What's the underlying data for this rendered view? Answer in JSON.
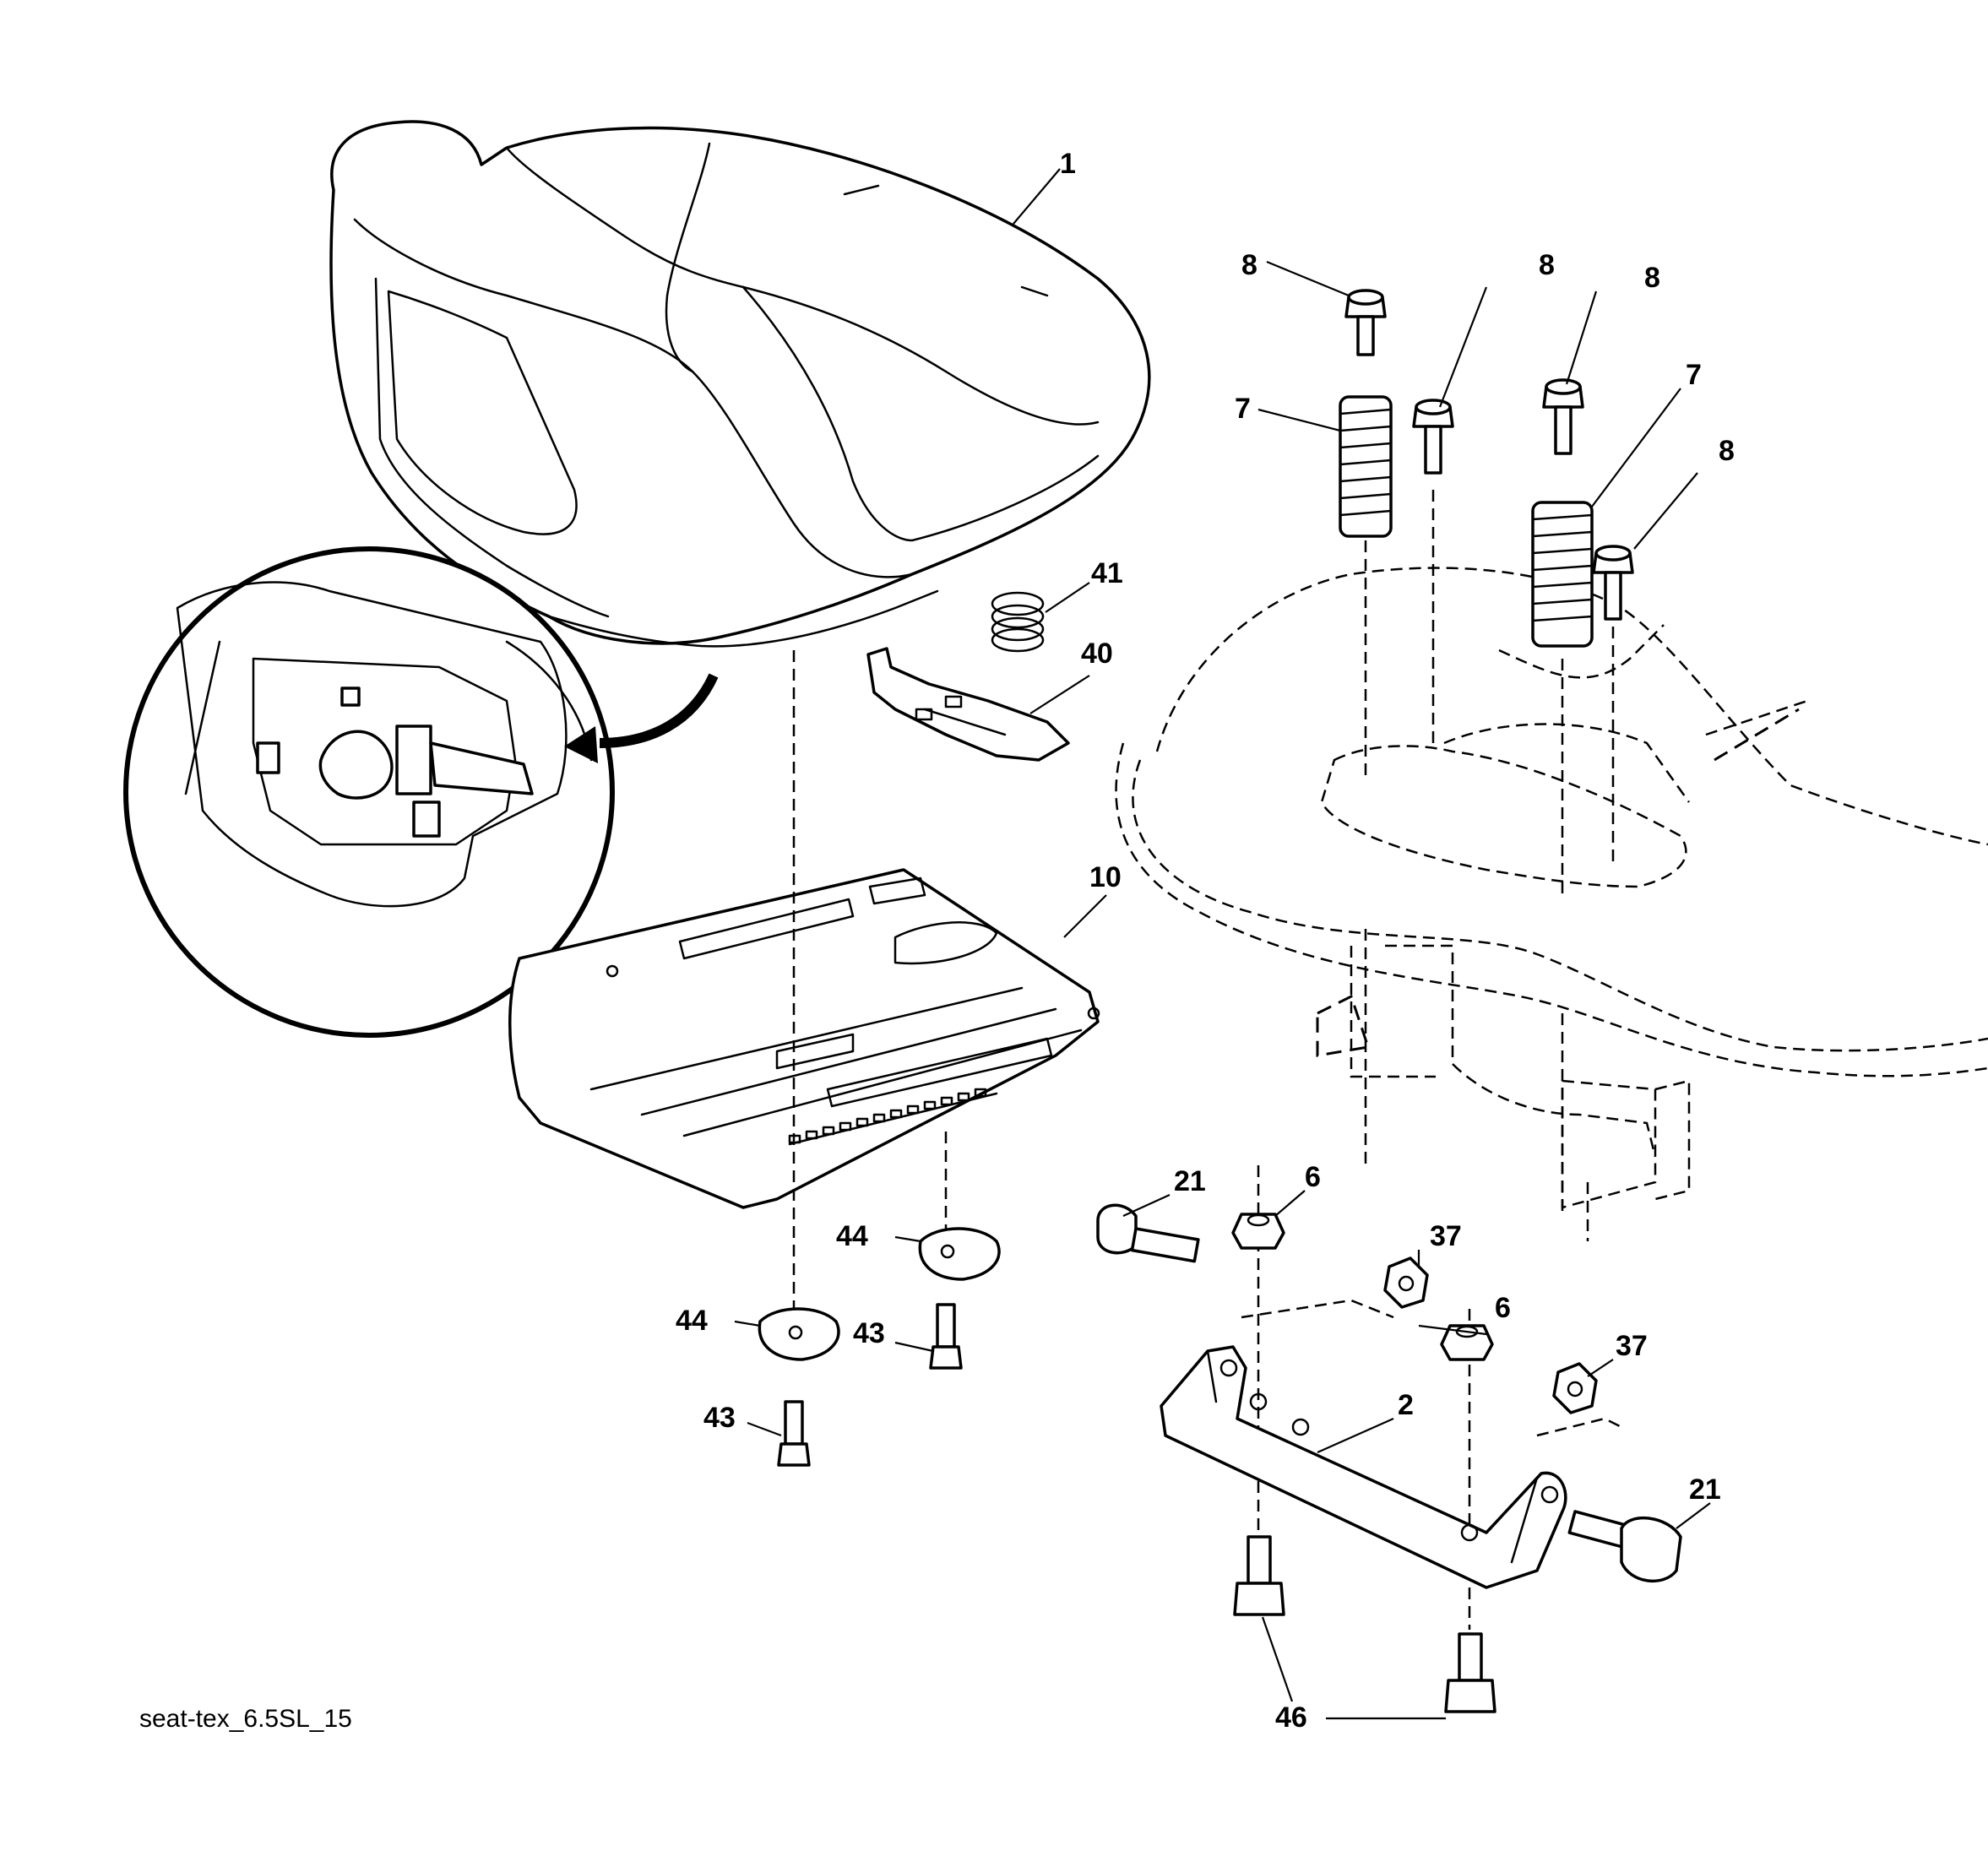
{
  "diagram": {
    "caption": "seat-tex_6.5SL_15",
    "callouts": {
      "c1": "1",
      "c2": "2",
      "c6a": "6",
      "c6b": "6",
      "c7a": "7",
      "c7b": "7",
      "c8a": "8",
      "c8b": "8",
      "c8c": "8",
      "c8d": "8",
      "c10": "10",
      "c21a": "21",
      "c21b": "21",
      "c37a": "37",
      "c37b": "37",
      "c40": "40",
      "c41": "41",
      "c43a": "43",
      "c43b": "43",
      "c44a": "44",
      "c44b": "44",
      "c46": "46"
    }
  }
}
